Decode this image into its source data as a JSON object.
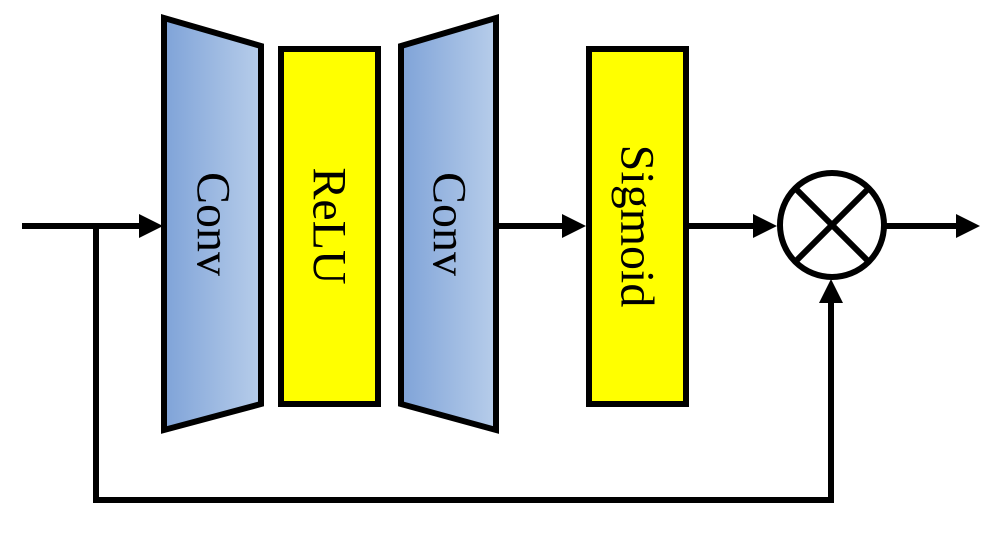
{
  "blocks": {
    "conv1": {
      "label": "Conv"
    },
    "relu": {
      "label": "ReLU"
    },
    "conv2": {
      "label": "Conv"
    },
    "sigmoid": {
      "label": "Sigmoid"
    }
  },
  "operator": {
    "symbol": "multiply"
  },
  "colors": {
    "conv_fill_start": "#7fa3d8",
    "conv_fill_end": "#b7cdea",
    "activation_fill": "#ffff00",
    "stroke": "#000000"
  }
}
